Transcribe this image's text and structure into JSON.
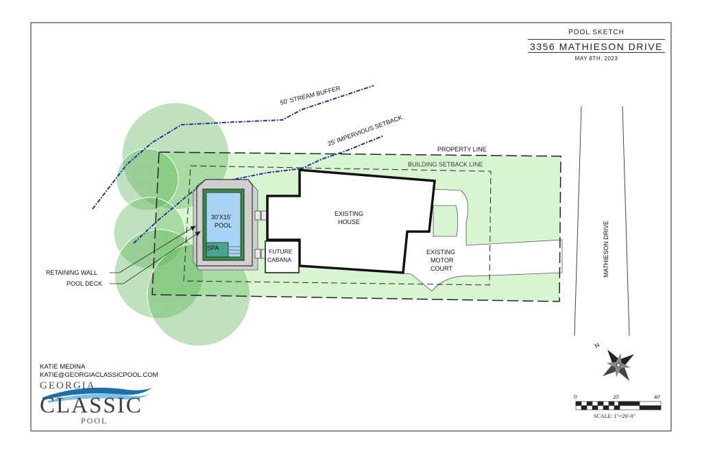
{
  "title_block": {
    "title": "POOL SKETCH",
    "address": "3356 MATHIESON DRIVE",
    "date": "MAY 8TH, 2023"
  },
  "labels": {
    "stream_buffer": "50' STREAM BUFFER",
    "impervious_setback": "25' IMPERVIOUS SETBACK",
    "property_line": "PROPERTY LINE",
    "building_setback": "BUILDING SETBACK LINE",
    "pool_line1": "30'X15'",
    "pool_line2": "POOL",
    "spa": "SPA",
    "house_line1": "EXISTING",
    "house_line2": "HOUSE",
    "cabana_line1": "FUTURE",
    "cabana_line2": "CABANA",
    "motor_line1": "EXISTING",
    "motor_line2": "MOTOR",
    "motor_line3": "COURT",
    "retaining_wall": "RETAINING WALL",
    "pool_deck": "POOL DECK",
    "street": "MATHIESON DRIVE"
  },
  "contact": {
    "name": "KATIE MEDINA",
    "email": "KATIE@GEORGIACLASSICPOOL.COM"
  },
  "logo": {
    "line1": "GEORGIA",
    "line2": "CLASSIC",
    "line3": "POOL"
  },
  "compass": {
    "north_label": "N"
  },
  "scale": {
    "tick_0": "0'",
    "tick_20": "20'",
    "tick_40": "40'",
    "caption": "SCALE: 1\"=20'-0\""
  },
  "colors": {
    "lawn": "#d8f5d2",
    "tree": "#5fb55a",
    "pool": "#a9d4f5",
    "spa": "#4aa58f",
    "deck": "#cfcfcf",
    "setback_line": "#1f2f9e",
    "ink": "#111111"
  }
}
